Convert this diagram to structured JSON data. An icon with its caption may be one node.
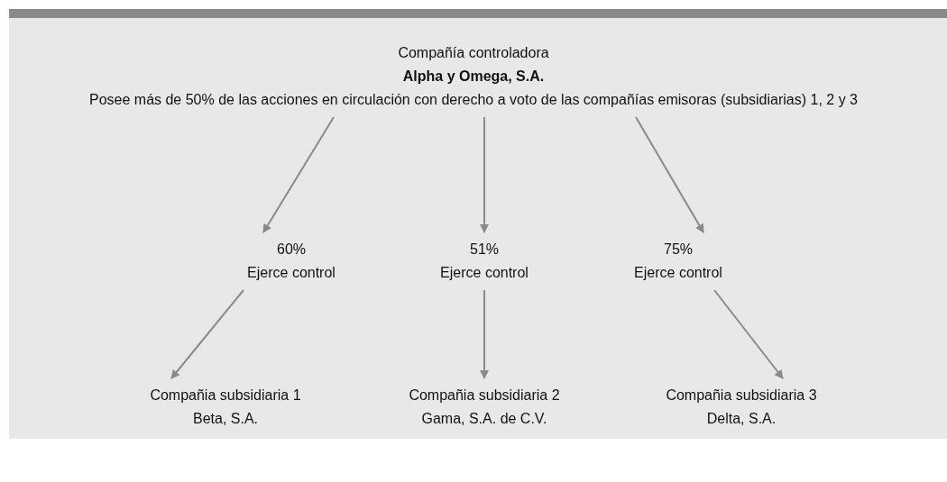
{
  "diagram": {
    "nodes": [
      {
        "text": [
          "Compañía controladora",
          "Alpha y Omega, S.A.",
          "Posee más de 50% de las acciones en circulación con derecho a voto de las compañías emisoras (subsidiarias) 1, 2 y 3"
        ]
      },
      {
        "text": [
          "60%",
          "Ejerce control"
        ]
      },
      {
        "text": [
          "51%",
          "Ejerce control"
        ]
      },
      {
        "text": [
          "75%",
          "Ejerce control"
        ]
      },
      {
        "text": [
          "Compañia subsidiaria 1",
          "Beta, S.A."
        ]
      },
      {
        "text": [
          "Compañia subsidiaria 2",
          "Gama, S.A. de C.V."
        ]
      },
      {
        "text": [
          "Compañia subsidiaria 3",
          "Delta, S.A."
        ]
      }
    ],
    "edges": [
      {
        "from": 0,
        "to": 1,
        "arrow": "to"
      },
      {
        "from": 0,
        "to": 2,
        "arrow": "to"
      },
      {
        "from": 0,
        "to": 3,
        "arrow": "to"
      },
      {
        "from": 1,
        "to": 4,
        "arrow": "to"
      },
      {
        "from": 2,
        "to": 5,
        "arrow": "to"
      },
      {
        "from": 3,
        "to": 6,
        "arrow": "to"
      }
    ]
  }
}
